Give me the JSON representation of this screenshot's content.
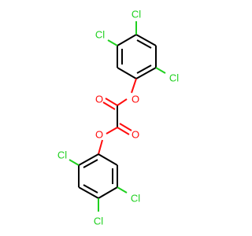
{
  "molecule": {
    "labels": {
      "cl_top_a": "Cl",
      "cl_top_b": "Cl",
      "cl_top_c": "Cl",
      "cl_bottom_a": "Cl",
      "cl_bottom_b": "Cl",
      "cl_bottom_c": "Cl",
      "o_ester_top": "O",
      "o_carbonyl_top": "O",
      "o_ester_bottom": "O",
      "o_carbonyl_bottom": "O"
    },
    "colors": {
      "carbon_bond": "#000000",
      "chlorine": "#1fd01f",
      "oxygen": "#ff0d0d",
      "background": "#ffffff"
    }
  }
}
